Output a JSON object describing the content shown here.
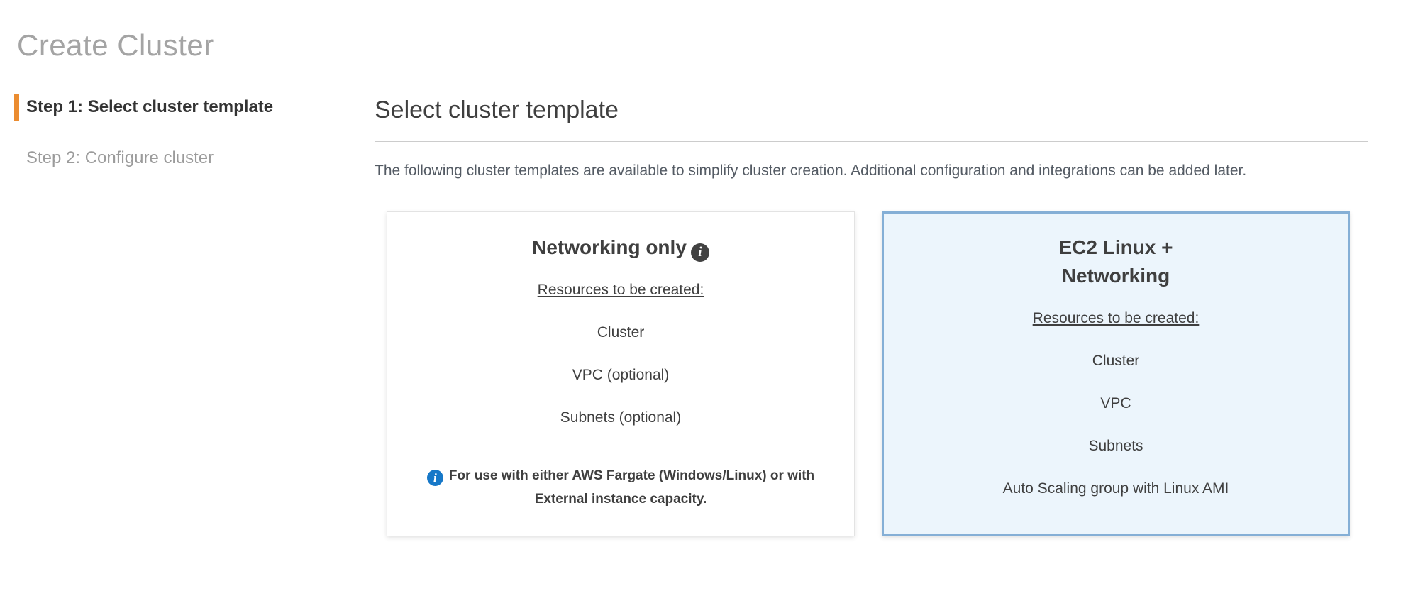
{
  "page": {
    "title": "Create Cluster"
  },
  "steps": [
    {
      "label": "Step 1: Select cluster template",
      "active": true
    },
    {
      "label": "Step 2: Configure cluster",
      "active": false
    }
  ],
  "main": {
    "heading": "Select cluster template",
    "description": "The following cluster templates are available to simplify cluster creation. Additional configuration and integrations can be added later."
  },
  "cards": [
    {
      "title": "Networking only",
      "title_icon": "info-icon",
      "resources_label": "Resources to be created:",
      "resources": [
        "Cluster",
        "VPC (optional)",
        "Subnets (optional)"
      ],
      "note_icon": "info-icon",
      "note": "For use with either AWS Fargate (Windows/Linux) or with External instance capacity.",
      "selected": false
    },
    {
      "title": "EC2 Linux + Networking",
      "resources_label": "Resources to be created:",
      "resources": [
        "Cluster",
        "VPC",
        "Subnets",
        "Auto Scaling group with Linux AMI"
      ],
      "selected": true
    }
  ],
  "colors": {
    "accent_orange": "#eb8c30",
    "selected_card_border": "#85afd6",
    "selected_card_bg": "#ecf5fc",
    "info_icon_dark": "#424242",
    "info_icon_blue": "#1778c8",
    "title_gray": "#a4a4a4"
  }
}
